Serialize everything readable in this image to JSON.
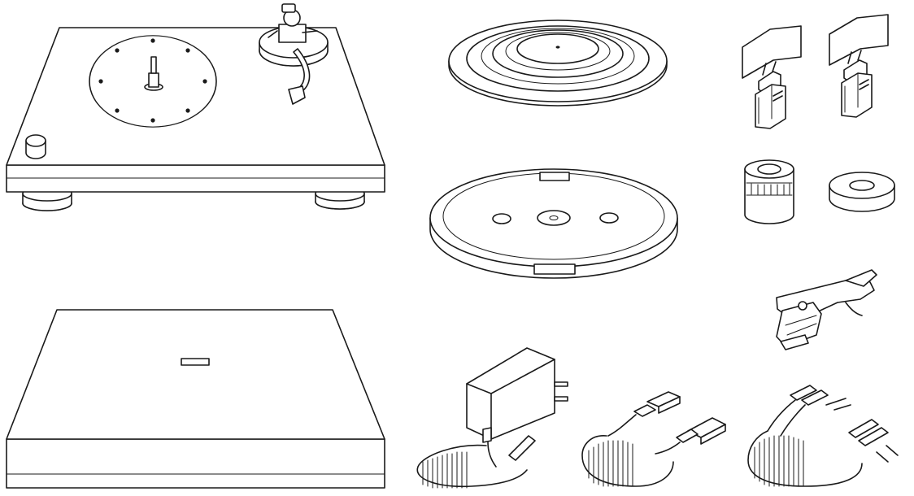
{
  "figure": {
    "items": [
      {
        "id": "turntable",
        "icon": "turntable-icon"
      },
      {
        "id": "platter-mat",
        "icon": "platter-mat-icon"
      },
      {
        "id": "platter",
        "icon": "platter-icon"
      },
      {
        "id": "overhang-gauge-left",
        "icon": "overhang-gauge-icon"
      },
      {
        "id": "overhang-gauge-right",
        "icon": "overhang-gauge-icon"
      },
      {
        "id": "counterweight",
        "icon": "counterweight-icon"
      },
      {
        "id": "ep-adapter",
        "icon": "ep-adapter-icon"
      },
      {
        "id": "headshell-cartridge",
        "icon": "headshell-icon"
      },
      {
        "id": "dust-cover",
        "icon": "dust-cover-icon"
      },
      {
        "id": "ac-adapter",
        "icon": "ac-adapter-icon"
      },
      {
        "id": "usb-cable",
        "icon": "usb-cable-icon"
      },
      {
        "id": "rca-cable",
        "icon": "rca-cable-icon"
      }
    ]
  }
}
